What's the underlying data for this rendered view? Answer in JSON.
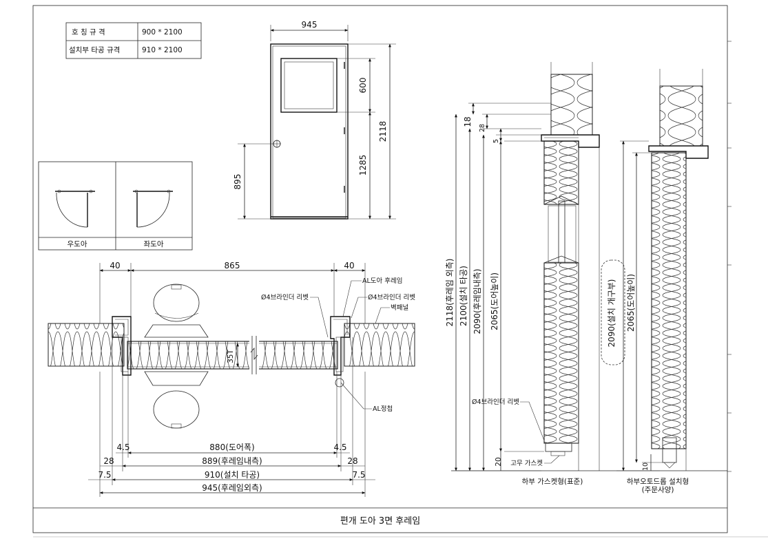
{
  "spec_table": {
    "rows": [
      {
        "label": "호 칭 규 격",
        "value": "900 * 2100"
      },
      {
        "label": "설치부 타공 규격",
        "value": "910 * 2100"
      }
    ]
  },
  "swing": {
    "right_label": "우도아",
    "left_label": "좌도아"
  },
  "elevation": {
    "width": "945",
    "window_h": "600",
    "lower_h": "1285",
    "total_h": "2118",
    "handle_h": "895"
  },
  "plan": {
    "top_left": "40",
    "top_mid": "865",
    "top_right": "40",
    "thickness": "35T",
    "label_frame": "AL도아 후레임",
    "label_rivet_left": "Ø4브라인더 리벳",
    "label_rivet_right": "Ø4브라인더 리벳",
    "label_panel": "벽패널",
    "label_hinge": "AL정첩",
    "gap_left": "4.5",
    "gap_right": "4.5",
    "door_width": "880(도어폭)",
    "side_left": "28",
    "side_right": "28",
    "frame_inner": "889(후레임내측)",
    "edge_left": "7.5",
    "edge_right": "7.5",
    "opening": "910(설치 타공)",
    "frame_outer": "945(후레임외측)"
  },
  "section": {
    "d18": "18",
    "d28": "28",
    "d5": "5",
    "h_outer": "2118(후레임 외측)",
    "h_install": "2100(설치 타공)",
    "h_inner": "2090(후레임내측)",
    "h_door": "2065(도어높이)",
    "d20": "20",
    "gasket": "고무 가스켓",
    "rivet": "Ø4브라인더 리벳",
    "caption_a": "하부 가스켓형(표준)",
    "h_open2": "2090(설치 개구부)",
    "h_door2": "2065(도어높이)",
    "d10": "10",
    "caption_b1": "하부오토드롭 설치형",
    "caption_b2": "(주문사양)"
  },
  "title_block": {
    "title": "편개 도아 3면 후레임"
  }
}
